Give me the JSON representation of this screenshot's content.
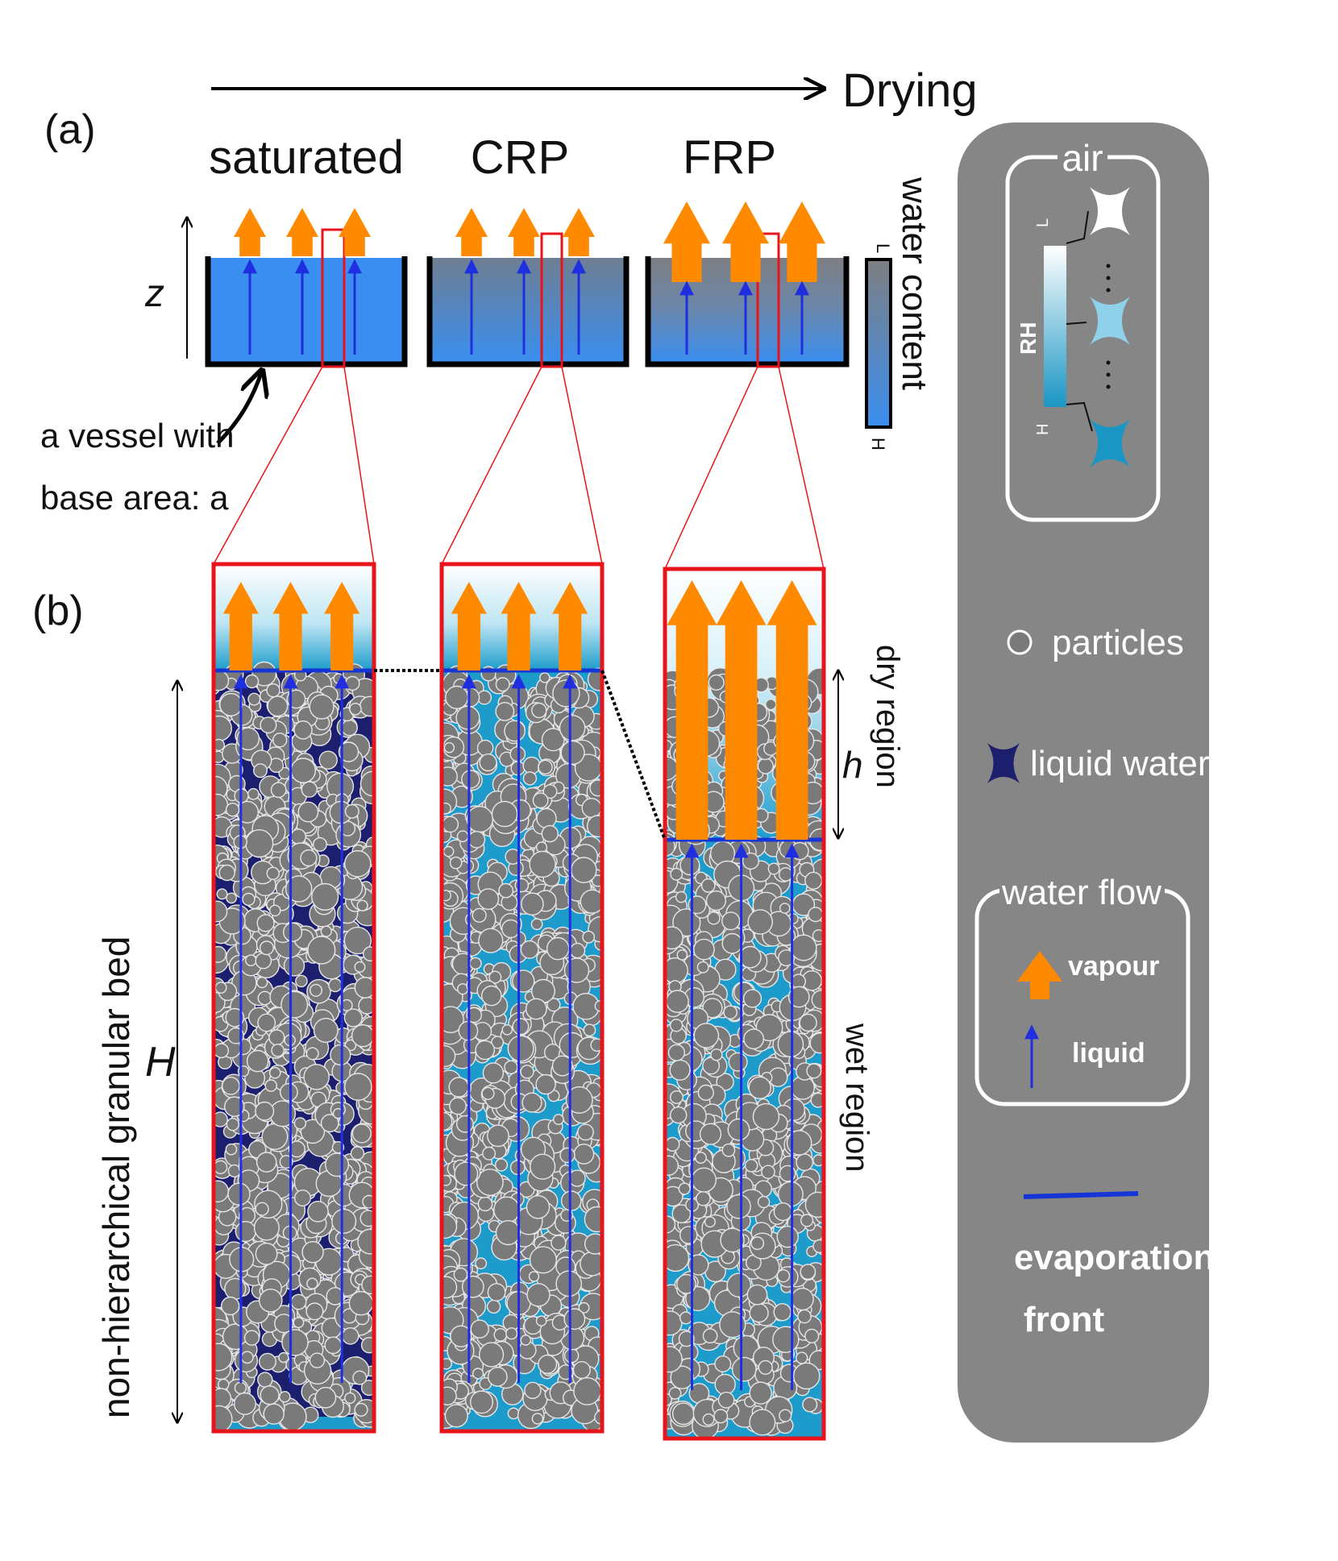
{
  "header": {
    "arrow_label": "Drying"
  },
  "panel_a": {
    "tag": "(a)",
    "stages": [
      "saturated",
      "CRP",
      "FRP"
    ],
    "axis_label": "z",
    "vessel_note_line1": "a vessel with",
    "vessel_note_line2": "base area: a",
    "colorbar_title": "water content",
    "colorbar_high": "H",
    "colorbar_low": "L"
  },
  "panel_b": {
    "tag": "(b)",
    "bed_label": "non-hierarchical granular bed",
    "height_label": "H",
    "dry_region_label": "dry region",
    "dry_depth_label": "h",
    "wet_region_label": "wet region"
  },
  "legend": {
    "air_title": "air",
    "rh_label": "RH",
    "rh_low": "L",
    "rh_high": "H",
    "particles_label": "particles",
    "liquid_water_label": "liquid water",
    "flow_title": "water flow",
    "vapour_label": "vapour",
    "liquid_label": "liquid",
    "front_label_line1": "evaporation",
    "front_label_line2": "front"
  },
  "colors": {
    "vapour_orange": "#ff8a00",
    "liquid_blue": "#1f2fe0",
    "saturated_water": "#1b1f6e",
    "funicular_water": "#1d9ccc",
    "vessel_water": "#3a8ef0",
    "particle_gray": "#7a7a7a",
    "frame_red": "#e8141b",
    "legend_bg": "#868686",
    "front_blue": "#1535d6"
  }
}
